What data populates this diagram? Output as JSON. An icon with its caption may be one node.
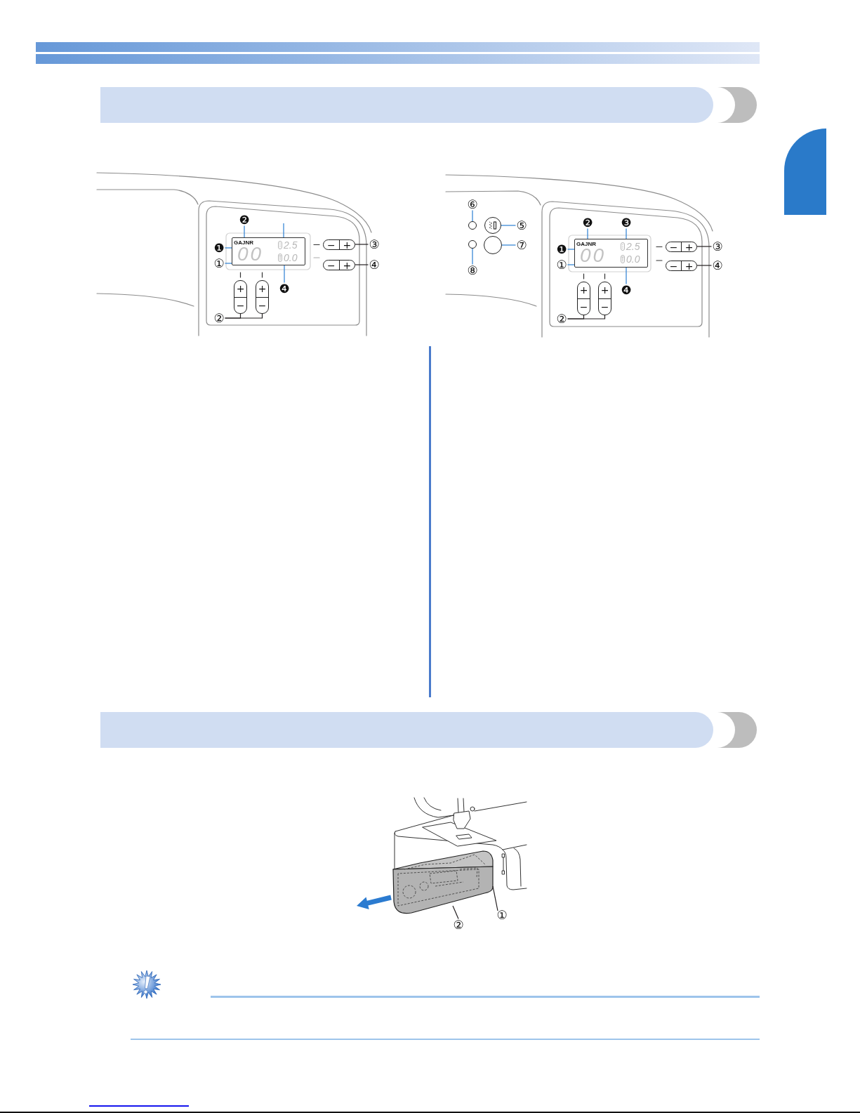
{
  "diagram": {
    "nodes": [
      {
        "text": [
          "❷"
        ]
      },
      {
        "text": [
          "❶"
        ]
      },
      {
        "text": [
          "①"
        ]
      },
      {
        "text": [
          "GAJNR",
          "00",
          "2.5",
          "0.0"
        ]
      },
      {
        "text": [
          "−",
          "+"
        ]
      },
      {
        "text": [
          "③"
        ]
      },
      {
        "text": [
          "−",
          "+"
        ]
      },
      {
        "text": [
          "④"
        ]
      },
      {
        "text": [
          "❹"
        ]
      },
      {
        "text": [
          "+",
          "−"
        ]
      },
      {
        "text": [
          "+",
          "−"
        ]
      },
      {
        "text": [
          "②"
        ]
      },
      {
        "text": [
          "⑥"
        ]
      },
      {
        "text": [],
        "shape": "circle"
      },
      {
        "text": [],
        "shape": "circle"
      },
      {
        "text": [
          "⑤"
        ]
      },
      {
        "text": [],
        "shape": "circle"
      },
      {
        "text": [],
        "shape": "circle"
      },
      {
        "text": [
          "⑦"
        ]
      },
      {
        "text": [
          "⑧"
        ]
      },
      {
        "text": [
          "❷"
        ]
      },
      {
        "text": [
          "❸"
        ]
      },
      {
        "text": [
          "❶"
        ]
      },
      {
        "text": [
          "①"
        ]
      },
      {
        "text": [
          "GAJNR",
          "00",
          "2.5",
          "0.0"
        ]
      },
      {
        "text": [
          "−",
          "+"
        ]
      },
      {
        "text": [
          "③"
        ]
      },
      {
        "text": [
          "−",
          "+"
        ]
      },
      {
        "text": [
          "④"
        ]
      },
      {
        "text": [
          "❹"
        ]
      },
      {
        "text": [
          "+",
          "−"
        ]
      },
      {
        "text": [
          "+",
          "−"
        ]
      },
      {
        "text": [
          "②"
        ]
      },
      {
        "text": [
          "②"
        ]
      },
      {
        "text": [
          "①"
        ]
      },
      {
        "text": [],
        "shape": "box"
      },
      {
        "text": [],
        "shape": "box"
      },
      {
        "text": [],
        "shape": "picture",
        "in": 36
      }
    ],
    "edges": [
      {
        "from": 0,
        "to": 3,
        "arrow": "none"
      },
      {
        "from": 1,
        "to": 3,
        "arrow": "none"
      },
      {
        "from": 2,
        "to": 3,
        "arrow": "none"
      },
      {
        "from": null,
        "to": 3,
        "arrow": "none"
      },
      {
        "from": 8,
        "to": 3,
        "arrow": "none"
      },
      {
        "from": 5,
        "to": 4,
        "arrow": "none",
        "color": "#231f20"
      },
      {
        "from": 7,
        "to": 6,
        "arrow": "none",
        "color": "#231f20"
      },
      {
        "from": 11,
        "to": 9,
        "arrow": "none",
        "color": "#231f20"
      },
      {
        "from": 11,
        "to": 10,
        "arrow": "none",
        "color": "#231f20"
      },
      {
        "from": 12,
        "to": 13,
        "arrow": "none"
      },
      {
        "from": 15,
        "to": 14,
        "arrow": "none"
      },
      {
        "from": 18,
        "to": 17,
        "arrow": "none"
      },
      {
        "from": 19,
        "to": 16,
        "arrow": "none"
      },
      {
        "from": 20,
        "to": 24,
        "arrow": "none"
      },
      {
        "from": 21,
        "to": 24,
        "arrow": "none"
      },
      {
        "from": 22,
        "to": 24,
        "arrow": "none"
      },
      {
        "from": 23,
        "to": 24,
        "arrow": "none"
      },
      {
        "from": 29,
        "to": 24,
        "arrow": "none"
      },
      {
        "from": 26,
        "to": 25,
        "arrow": "none",
        "color": "#231f20"
      },
      {
        "from": 28,
        "to": 27,
        "arrow": "none",
        "color": "#231f20"
      },
      {
        "from": 32,
        "to": 30,
        "arrow": "none",
        "color": "#231f20"
      },
      {
        "from": 32,
        "to": 31,
        "arrow": "none",
        "color": "#231f20"
      },
      {
        "from": 34,
        "to": 36,
        "arrow": "none",
        "color": "#231f20"
      },
      {
        "from": 33,
        "to": 37,
        "arrow": "none",
        "color": "#231f20"
      }
    ]
  }
}
